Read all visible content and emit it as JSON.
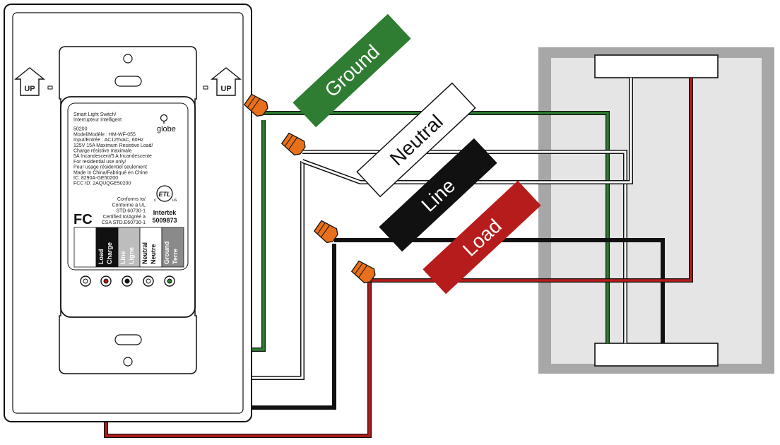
{
  "up_left": "UP",
  "up_right": "UP",
  "label_lines": [
    "Smart Light Switch/",
    "Interrupteur Intelligent",
    "50200",
    "Model/Modèle : HM-WF-055",
    "Input/Entrée : AC125VAC, 60Hz",
    "125V 15A Maximum Resistive Load/",
    "Charge résistive maximale",
    "5A Incandescent/5 A Incandescente",
    "For residential use only/",
    "Pour usage résidentiel seulement",
    "Made In China/Fabriqué en Chine",
    "IC: 8290A-GE50200",
    "FCC ID: 2AQUQGE50200"
  ],
  "brand": "globe",
  "fcc_logo": "FC",
  "conform_lines": [
    "Conforms to/",
    "Conforme à UL",
    "STD.60730-1",
    "Certified to/Agréé à",
    "CSA STD.E60730-1"
  ],
  "etl_mark": "ETL",
  "etl_c": "c",
  "etl_us": "us",
  "intertek": "Intertek",
  "intertek_num": "5009873",
  "terminals": [
    {
      "top": "",
      "bottom": "",
      "bg": "#ffffff",
      "fg": "#222222"
    },
    {
      "top": "Load",
      "bottom": "Charge",
      "bg": "#111111",
      "fg": "#ffffff"
    },
    {
      "top": "Line",
      "bottom": "Ligne",
      "bg": "#bdbdbd",
      "fg": "#ffffff"
    },
    {
      "top": "Neutral",
      "bottom": "Neutre",
      "bg": "#ffffff",
      "fg": "#111111"
    },
    {
      "top": "Ground",
      "bottom": "Terre",
      "bg": "#8a8a8a",
      "fg": "#ffffff"
    }
  ],
  "bands": {
    "ground": "Ground",
    "neutral": "Neutral",
    "line": "Line",
    "load": "Load"
  },
  "colors": {
    "ground": "#2e7d32",
    "neutral": "#ffffff",
    "line": "#111111",
    "load": "#b71c1c",
    "wirenut": "#e8701a",
    "box_border": "#a7a7a7",
    "box_fill": "#e5e5e5"
  }
}
